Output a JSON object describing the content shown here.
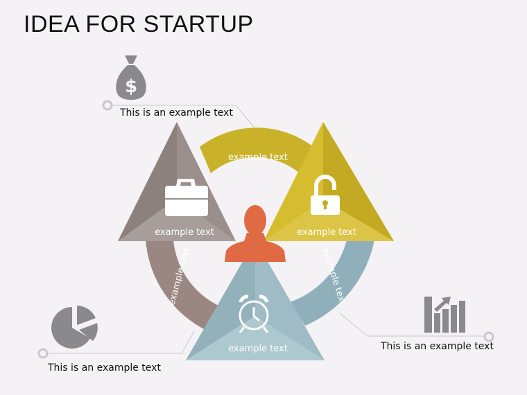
{
  "title": "IDEA FOR STARTUP",
  "arc_labels": {
    "top": "example text",
    "left": "example text",
    "right": "example text"
  },
  "triangles": {
    "left": {
      "label": "example text",
      "color": "#9b8f8c",
      "icon": "briefcase-icon"
    },
    "right": {
      "label": "example text",
      "color": "#d6bc2f",
      "icon": "unlocked-padlock-icon"
    },
    "bottom": {
      "label": "example text",
      "color": "#9fbcc6",
      "icon": "alarm-clock-icon"
    }
  },
  "center": {
    "icon": "person-icon",
    "color": "#e06a44"
  },
  "callouts": {
    "top_left": {
      "text": "This is an example text",
      "icon": "money-bag-icon"
    },
    "bottom_left": {
      "text": "This is an example text",
      "icon": "pie-chart-icon"
    },
    "bottom_right": {
      "text": "This is an example text",
      "icon": "bar-chart-growth-icon"
    }
  },
  "colors": {
    "arc_top": "#c9b22a",
    "arc_left": "#9a8782",
    "arc_right": "#8fb0bb",
    "icon_gray": "#8a8a8e"
  }
}
